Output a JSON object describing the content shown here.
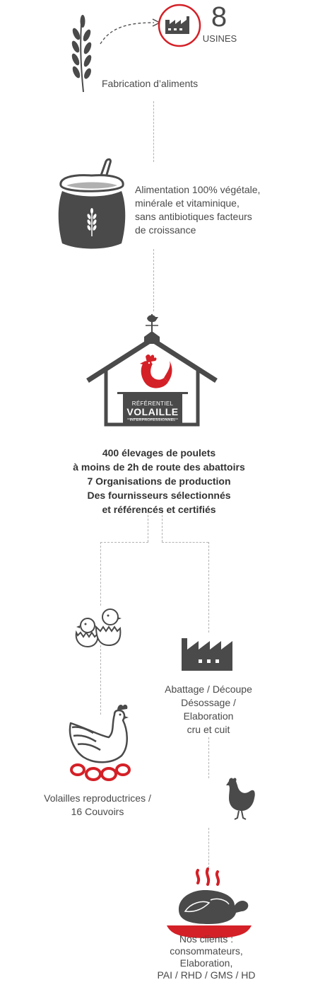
{
  "colors": {
    "accent": "#d42027",
    "icon": "#4a4a4a",
    "line": "#b3b3b3"
  },
  "factories": {
    "count": "8",
    "count_label": "USINES",
    "caption": "Fabrication d’aliments"
  },
  "feed": {
    "lines": [
      "Alimentation 100% végétale,",
      "minérale et vitaminique,",
      "sans antibiotiques facteurs",
      "de croissance"
    ]
  },
  "farm": {
    "sign_line1": "RÉFÉRENTIEL",
    "sign_line2": "VOLAILLE",
    "sign_line3": "INTERPROFESSIONNEL",
    "lines": [
      "400 élevages de poulets",
      "à moins de 2h de route des abattoirs",
      "7 Organisations de production",
      "Des fournisseurs sélectionnés",
      "et référencés et certifiés"
    ]
  },
  "processing": {
    "lines": [
      "Abattage / Découpe",
      "Désossage /",
      "Elaboration",
      "cru et cuit"
    ]
  },
  "breeders": {
    "lines": [
      "Volailles reproductrices /",
      "16 Couvoirs"
    ]
  },
  "clients": {
    "lines": [
      "Nos clients :",
      "consommateurs,",
      "Elaboration,",
      "PAI / RHD / GMS / HD"
    ]
  }
}
